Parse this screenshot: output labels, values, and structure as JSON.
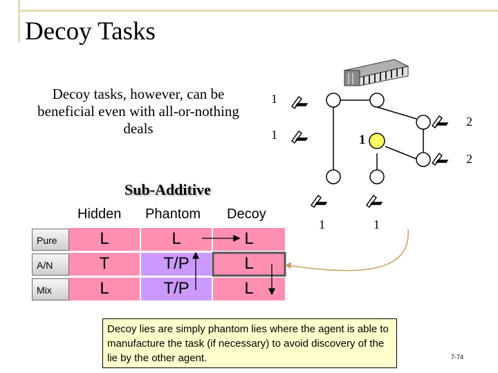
{
  "slide": {
    "title": "Decoy Tasks",
    "intro": "Decoy tasks, however, can be beneficial even with all-or-nothing deals",
    "section_label": "Sub-Additive",
    "page_number": "7-74"
  },
  "table": {
    "columns": [
      "Hidden",
      "Phantom",
      "Decoy"
    ],
    "rows": [
      {
        "label": "Pure",
        "cells": [
          "L",
          "L",
          "L"
        ]
      },
      {
        "label": "A/N",
        "cells": [
          "T",
          "T/P",
          "L"
        ]
      },
      {
        "label": "Mix",
        "cells": [
          "L",
          "T/P",
          "L"
        ]
      }
    ]
  },
  "graph": {
    "cost_labels": [
      "1",
      "1",
      "2",
      "2",
      "1",
      "1"
    ],
    "center_node_label": "1"
  },
  "note": "Decoy lies are simply phantom lies where the agent is able to manufacture the task (if necessary) to avoid discovery of the lie by the other agent.",
  "colors": {
    "frame": "#e6dcb0",
    "cell_pink": "#ff8fb1",
    "cell_purple": "#cc99ff",
    "node_yellow": "#ffff66",
    "note_bg": "#ffffcc",
    "connector": "#c8a060"
  }
}
